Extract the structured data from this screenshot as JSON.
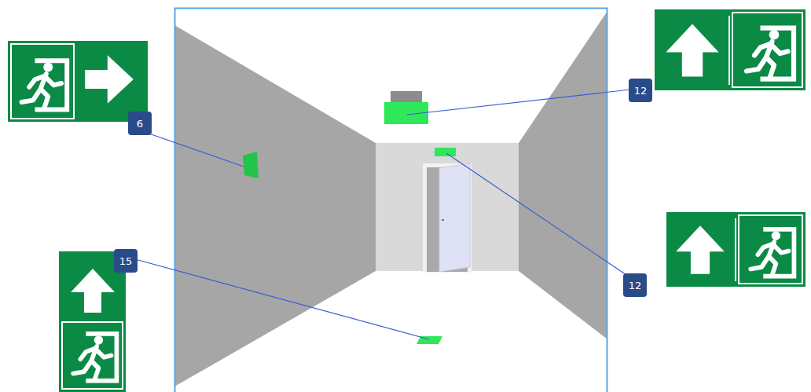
{
  "diagram": {
    "labels": [
      "6",
      "12",
      "15",
      "12"
    ]
  }
}
